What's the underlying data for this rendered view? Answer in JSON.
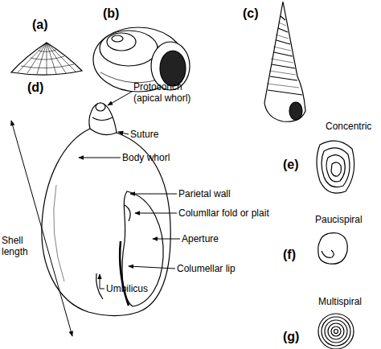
{
  "diagram": {
    "labels": [
      "(a)",
      "(b)",
      "(c)",
      "(d)",
      "Protoconch (apical whorl)",
      "Suture",
      "Body whorl",
      "Parietal wall",
      "Columllar fold or plait",
      "Aperture",
      "Columellar lip",
      "Umbilicus",
      "Shell length",
      "Concentric",
      "(e)",
      "Paucispiral",
      "(f)",
      "Multispiral",
      "(g)"
    ]
  }
}
